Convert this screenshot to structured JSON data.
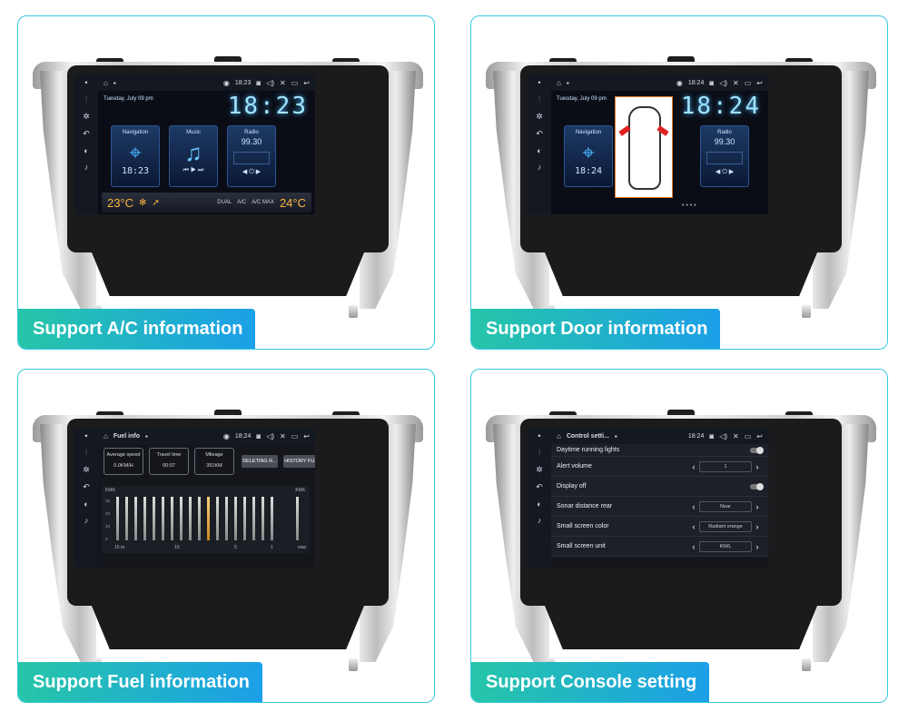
{
  "panels": [
    {
      "label": "Support A/C information",
      "topbar": {
        "time": "18:23"
      },
      "date": "Tuesday, July 09  pm",
      "clock": "18:23",
      "tiles": [
        {
          "title": "Navigation",
          "sub": "18:23"
        },
        {
          "title": "Music",
          "sub": ""
        },
        {
          "title": "Radio",
          "sub": "99.30"
        }
      ],
      "ac": {
        "left_temp": "23°C",
        "right_temp": "24°C",
        "dual": "DUAL",
        "ac": "A/C",
        "max": "A/C MAX"
      }
    },
    {
      "label": "Support Door information",
      "topbar": {
        "time": "18:24"
      },
      "date": "Tuesday, July 09  pm",
      "clock": "18:24",
      "tiles": [
        {
          "title": "Navigation",
          "sub": "18:24"
        },
        {
          "title": "Radio",
          "sub": "99.30"
        }
      ]
    },
    {
      "label": "Support Fuel information",
      "topbar": {
        "title": "Fuel info",
        "time": "18:24"
      },
      "stats": [
        {
          "label": "Average speed",
          "value": "0.0KM/H"
        },
        {
          "label": "Travel time",
          "value": "00:07"
        },
        {
          "label": "Mileage",
          "value": "351KM"
        }
      ],
      "buttons": [
        "DELETING R...",
        "HISTORY FU..."
      ],
      "graph": {
        "ylabel_left": "KM/L",
        "ylabel_right": "KM/L",
        "yticks": [
          "30",
          "20",
          "10",
          "0"
        ],
        "xticks": [
          "15 m",
          "10",
          "5",
          "1",
          "now"
        ]
      }
    },
    {
      "label": "Support Console setting",
      "topbar": {
        "title": "Control setti...",
        "time": "18:24"
      },
      "rows": [
        {
          "label": "Daytime running lights",
          "type": "toggle",
          "value": ""
        },
        {
          "label": "Alert volume",
          "type": "stepper",
          "value": "1"
        },
        {
          "label": "Display off",
          "type": "toggle",
          "value": ""
        },
        {
          "label": "Sonar distance rear",
          "type": "stepper",
          "value": "Near"
        },
        {
          "label": "Small screen color",
          "type": "stepper",
          "value": "Radiant orange"
        },
        {
          "label": "Small screen unit",
          "type": "stepper",
          "value": "KM/L"
        }
      ]
    }
  ],
  "colors": {
    "panel_border": "#37c8e0",
    "label_gradient_start": "#26c6a8",
    "label_gradient_end": "#1c9fe8",
    "ac_temp": "#ffb43c",
    "clock": "#9fe4ff"
  }
}
